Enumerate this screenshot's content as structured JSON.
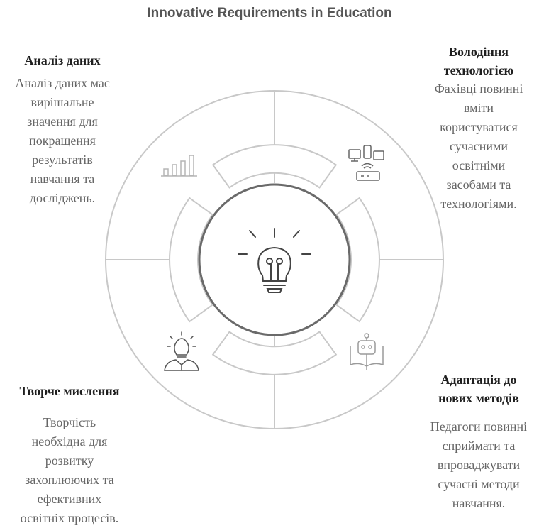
{
  "title": "Innovative Requirements in Education",
  "sections": {
    "top_left": {
      "heading": "Аналіз даних",
      "text": "Аналіз даних має вирішальне значення для покращення результатів навчання та досліджень."
    },
    "top_right": {
      "heading": "Володіння технологією",
      "text": "Фахівці повинні вміти користуватися сучасними освітніми засобами та технологіями."
    },
    "bottom_left": {
      "heading": "Творче мислення",
      "text": "Творчість необхідна для розвитку захоплюючих та ефективних освітніх процесів."
    },
    "bottom_right": {
      "heading": "Адаптація до нових методів",
      "text": "Педагоги повинні сприймати та впроваджувати сучасні методи навчання."
    }
  },
  "icons": {
    "center": "lightbulb-icon",
    "top_left": "bar-chart-icon",
    "top_right": "devices-network-icon",
    "bottom_left": "creative-person-icon",
    "bottom_right": "robot-book-icon"
  }
}
